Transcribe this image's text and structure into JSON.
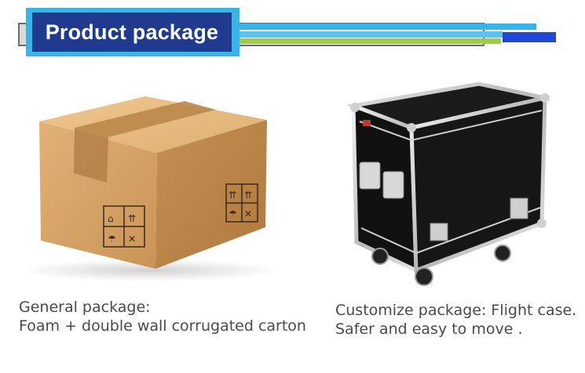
{
  "header": {
    "title": "Product package",
    "colors": {
      "navy": "#1f3b8f",
      "cyan": "#35b5e8",
      "green": "#9ccf3c",
      "blue": "#2147d8"
    }
  },
  "general_package": {
    "line1": "General package:",
    "line2": "Foam + double wall corrugated carton"
  },
  "custom_package": {
    "line1": "Customize package: Flight case.",
    "line2": "Safer and easy to move ."
  }
}
